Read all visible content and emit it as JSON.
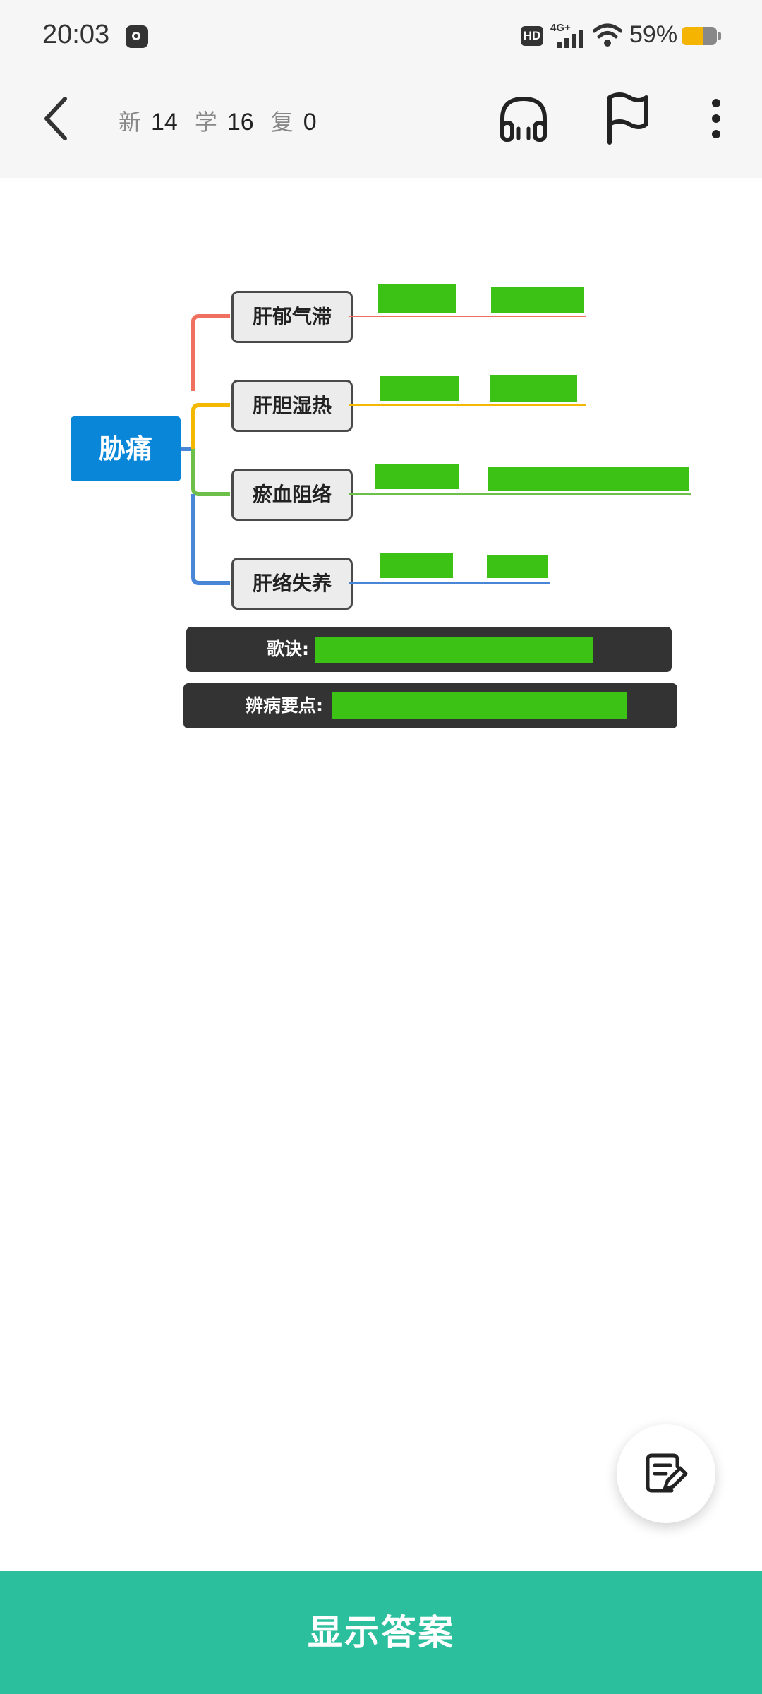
{
  "status_bar": {
    "time": "20:03",
    "hd": "HD",
    "network": "4G+",
    "battery_percent": "59%",
    "battery_level": 0.59,
    "battery_color": "#f5b400"
  },
  "header": {
    "counters": [
      {
        "label": "新",
        "value": "14"
      },
      {
        "label": "学",
        "value": "16"
      },
      {
        "label": "复",
        "value": "0"
      }
    ],
    "icons": [
      "back-icon",
      "headphones-icon",
      "flag-icon",
      "more-vertical-icon"
    ]
  },
  "mindmap": {
    "root": "胁痛",
    "root_color": "#0a86d8",
    "branches": [
      {
        "label": "肝郁气滞",
        "color": "#f07060"
      },
      {
        "label": "肝胆湿热",
        "color": "#f5b800"
      },
      {
        "label": "瘀血阻络",
        "color": "#6cc04a"
      },
      {
        "label": "肝络失养",
        "color": "#4a86d8"
      }
    ],
    "redaction_color": "#3cc214",
    "info": [
      {
        "label": "歌诀:"
      },
      {
        "label": "辨病要点:"
      }
    ]
  },
  "fab": {
    "icon": "edit-note-icon"
  },
  "footer": {
    "show_answer": "显示答案",
    "button_color": "#2bbf9e"
  }
}
